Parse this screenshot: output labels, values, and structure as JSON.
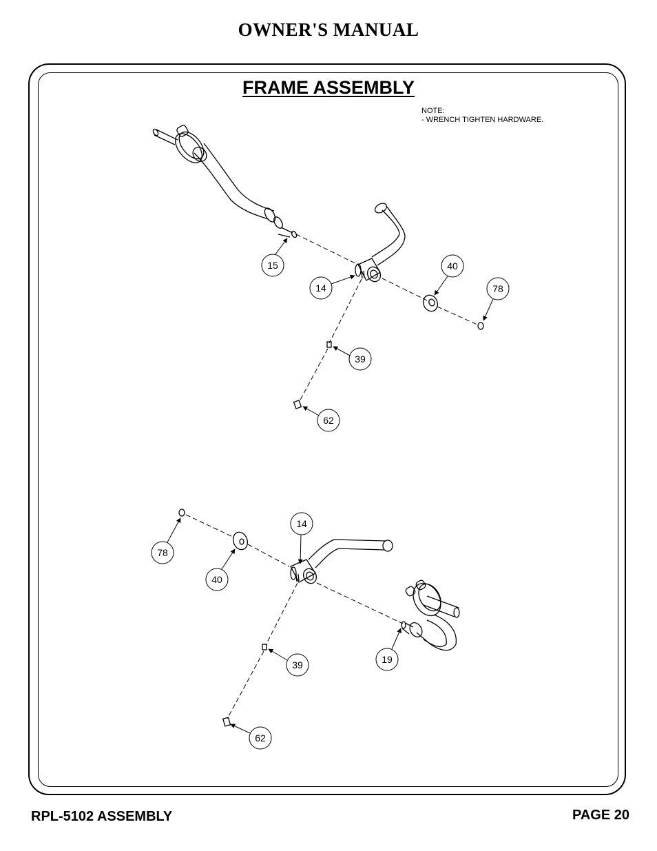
{
  "header": {
    "title": "OWNER'S MANUAL"
  },
  "section": {
    "title": "FRAME ASSEMBLY"
  },
  "note": {
    "heading": "NOTE:",
    "line1": "-  WRENCH TIGHTEN HARDWARE."
  },
  "callouts_top": [
    "15",
    "14",
    "40",
    "78",
    "39",
    "62"
  ],
  "callouts_bottom": [
    "78",
    "40",
    "14",
    "39",
    "19",
    "62"
  ],
  "footer": {
    "left": "RPL-5102 ASSEMBLY",
    "right": "PAGE 20"
  }
}
